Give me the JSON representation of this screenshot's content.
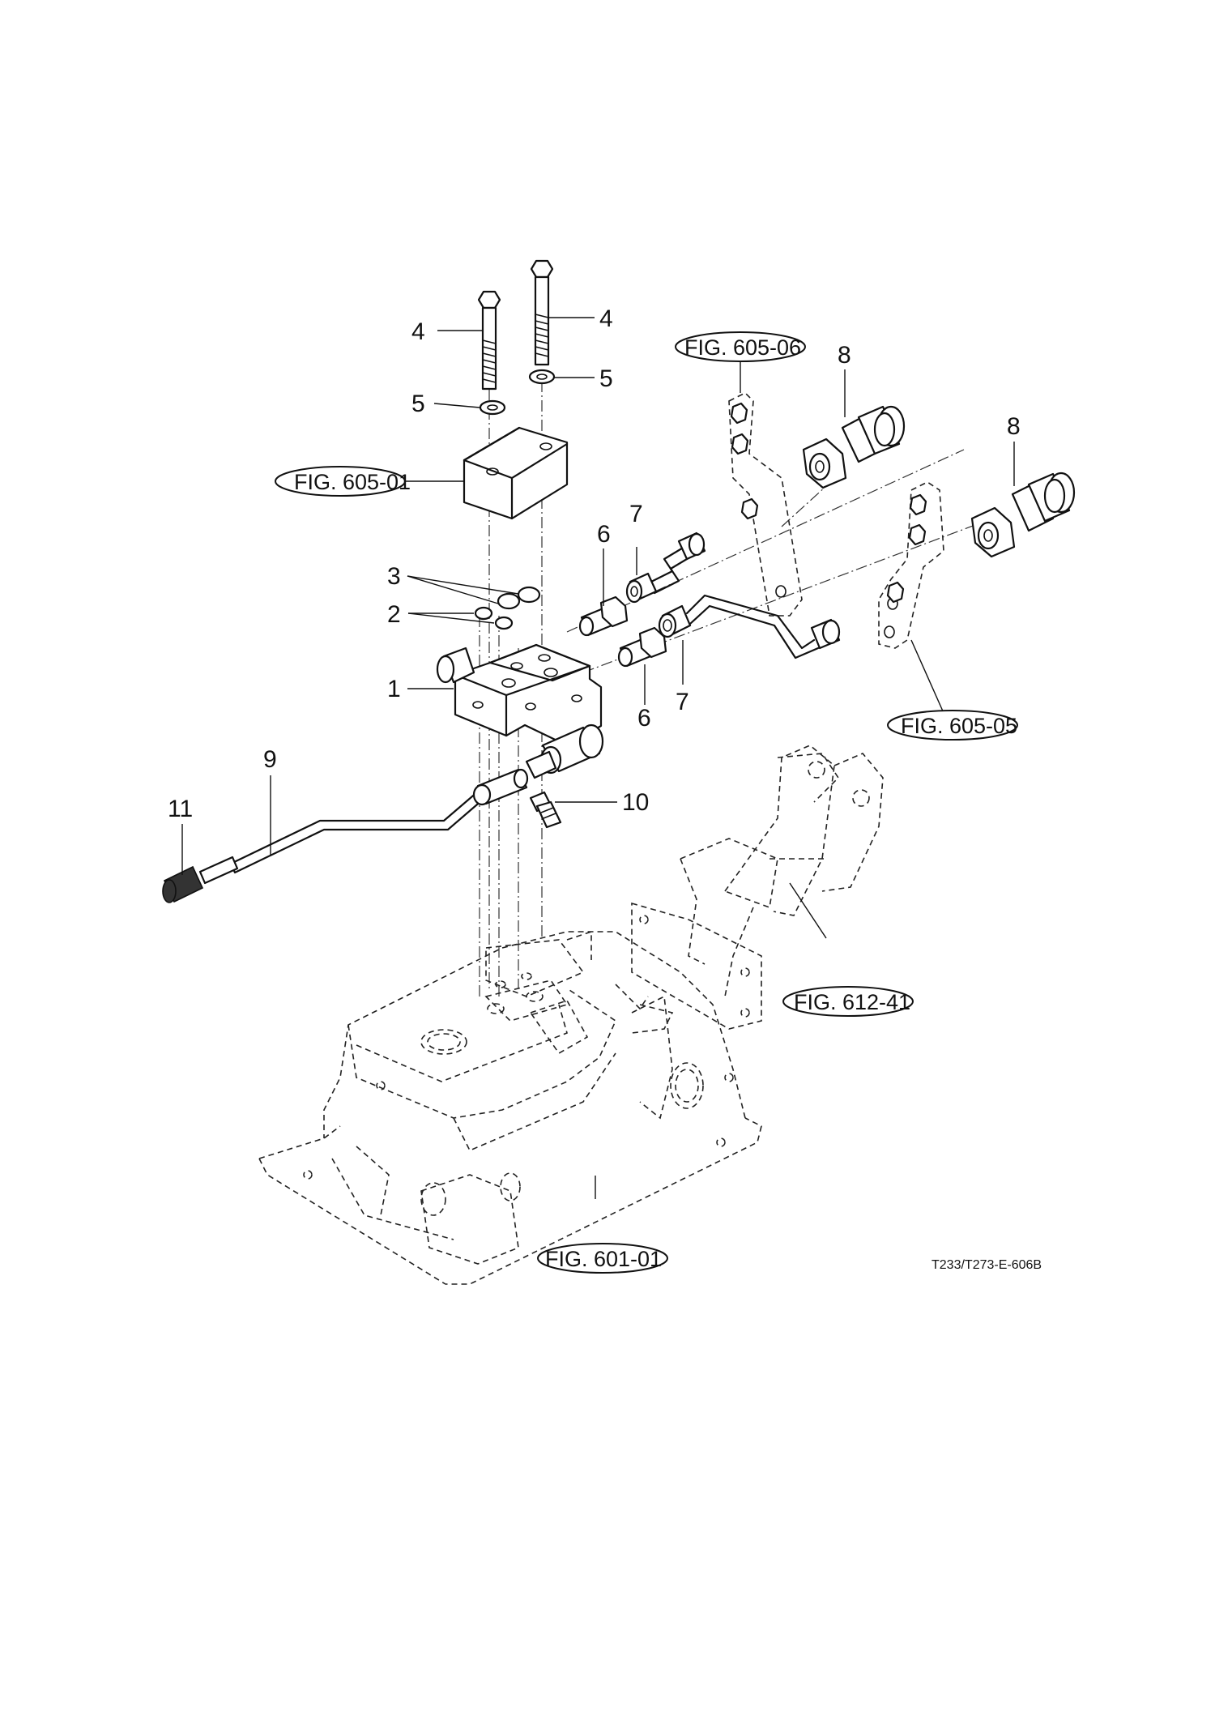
{
  "callouts": {
    "c1": "1",
    "c2": "2",
    "c3": "3",
    "c4a": "4",
    "c4b": "4",
    "c5a": "5",
    "c5b": "5",
    "c6a": "6",
    "c6b": "6",
    "c7a": "7",
    "c7b": "7",
    "c8a": "8",
    "c8b": "8",
    "c9": "9",
    "c10": "10",
    "c11": "11"
  },
  "references": {
    "r60501": "FIG. 605-01",
    "r60506": "FIG. 605-06",
    "r60505": "FIG. 605-05",
    "r61241": "FIG. 612-41",
    "r60101": "FIG. 601-01"
  },
  "drawing_code": "T233/T273-E-606B"
}
